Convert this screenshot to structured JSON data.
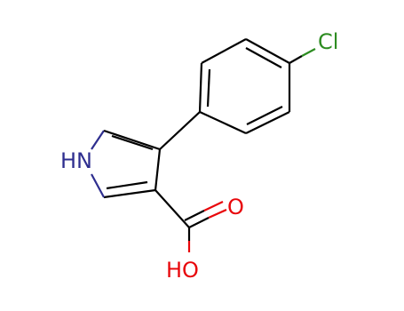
{
  "structure": {
    "atoms": {
      "nh": "HN",
      "cl": "Cl",
      "carbonyl_o": "O",
      "hydroxyl": "HO"
    },
    "colors": {
      "bond": "#000000",
      "nitrogen": "#2e2e8f",
      "oxygen": "#e8070b",
      "chlorine": "#2d8c21"
    }
  }
}
